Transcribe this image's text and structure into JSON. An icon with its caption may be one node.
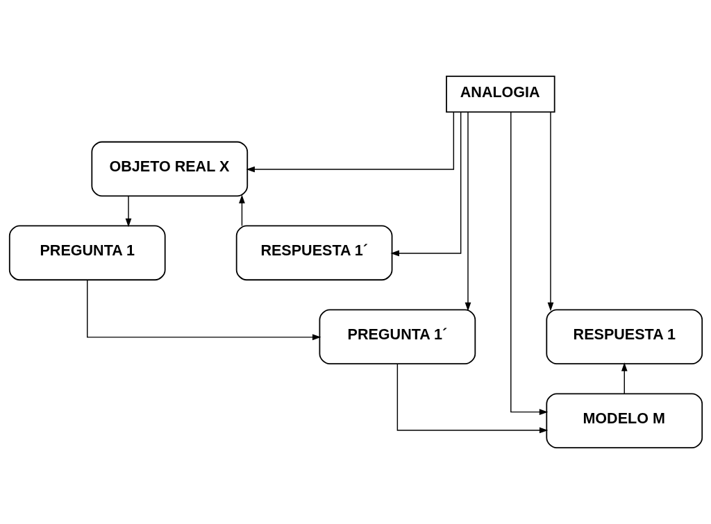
{
  "diagram": {
    "nodes": [
      {
        "text": [
          "OBJETO REAL X"
        ]
      },
      {
        "text": [
          "PREGUNTA 1"
        ]
      },
      {
        "text": [
          "RESPUESTA 1´"
        ]
      },
      {
        "text": [
          "ANALOGIA"
        ]
      },
      {
        "text": [
          "PREGUNTA 1´"
        ]
      },
      {
        "text": [
          "RESPUESTA 1"
        ]
      },
      {
        "text": [
          "MODELO M"
        ]
      }
    ],
    "edges": [
      {
        "from": 0,
        "to": 1,
        "arrow": "to"
      },
      {
        "from": 2,
        "to": 0,
        "arrow": "to"
      },
      {
        "from": 3,
        "to": 0,
        "arrow": "to"
      },
      {
        "from": 1,
        "to": 4,
        "arrow": "to"
      },
      {
        "from": 3,
        "to": 4,
        "arrow": "to"
      },
      {
        "from": 3,
        "to": 2,
        "arrow": "to"
      },
      {
        "from": 3,
        "to": 5,
        "arrow": "to"
      },
      {
        "from": 3,
        "to": 6,
        "arrow": "to"
      },
      {
        "from": 4,
        "to": 6,
        "arrow": "to"
      },
      {
        "from": 6,
        "to": 5,
        "arrow": "to"
      }
    ]
  }
}
